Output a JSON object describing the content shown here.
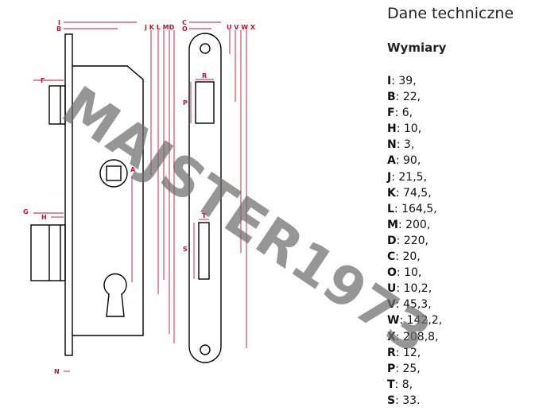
{
  "header": {
    "title": "Dane techniczne"
  },
  "section": {
    "title": "Wymiary"
  },
  "dimensions": [
    {
      "key": "I",
      "value": "39"
    },
    {
      "key": "B",
      "value": "22"
    },
    {
      "key": "F",
      "value": "6"
    },
    {
      "key": "H",
      "value": "10"
    },
    {
      "key": "N",
      "value": "3"
    },
    {
      "key": "A",
      "value": "90"
    },
    {
      "key": "J",
      "value": "21,5"
    },
    {
      "key": "K",
      "value": "74,5"
    },
    {
      "key": "L",
      "value": "164,5"
    },
    {
      "key": "M",
      "value": "200"
    },
    {
      "key": "D",
      "value": "220"
    },
    {
      "key": "C",
      "value": "20"
    },
    {
      "key": "O",
      "value": "10"
    },
    {
      "key": "U",
      "value": "10,2"
    },
    {
      "key": "V",
      "value": "45,3"
    },
    {
      "key": "W",
      "value": "142,2"
    },
    {
      "key": "X",
      "value": "208,8"
    },
    {
      "key": "R",
      "value": "12"
    },
    {
      "key": "P",
      "value": "25"
    },
    {
      "key": "T",
      "value": "8"
    },
    {
      "key": "S",
      "value": "33"
    }
  ],
  "diagram_labels": {
    "I": "I",
    "B": "B",
    "F": "F",
    "G": "G",
    "H": "H",
    "N": "N",
    "A": "A",
    "JKLMD": "J K L MD",
    "C": "C",
    "O": "O",
    "UVWX": "U V W X",
    "R": "R",
    "P": "P",
    "T": "T",
    "S": "S"
  },
  "watermark": "MAJSTER1973",
  "colors": {
    "dimension_lines": "#c8102e",
    "outline": "#000000",
    "watermark": "#6e6e6e"
  }
}
